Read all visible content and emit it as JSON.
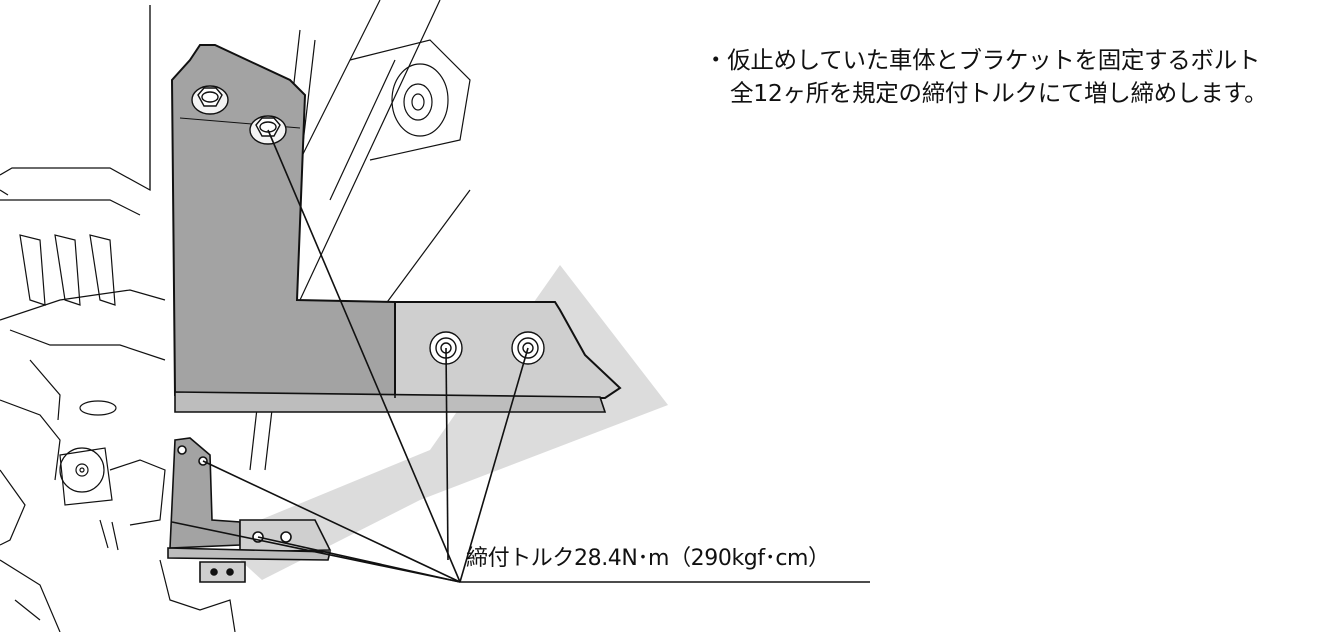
{
  "instruction": {
    "line1": "・仮止めしていた車体とブラケットを固定するボルト",
    "line2": "全12ヶ所を規定の締付トルクにて増し締めします。"
  },
  "torque_label": "締付トルク28.4N･m（290kgf･cm）",
  "colors": {
    "bracket_fill": "#a3a3a3",
    "bracket_flange": "#cfcfcf",
    "shadow_band": "#dcdcdc",
    "line": "#111111"
  },
  "icons": [
    "hex-bolt-icon",
    "flange-nut-icon"
  ]
}
